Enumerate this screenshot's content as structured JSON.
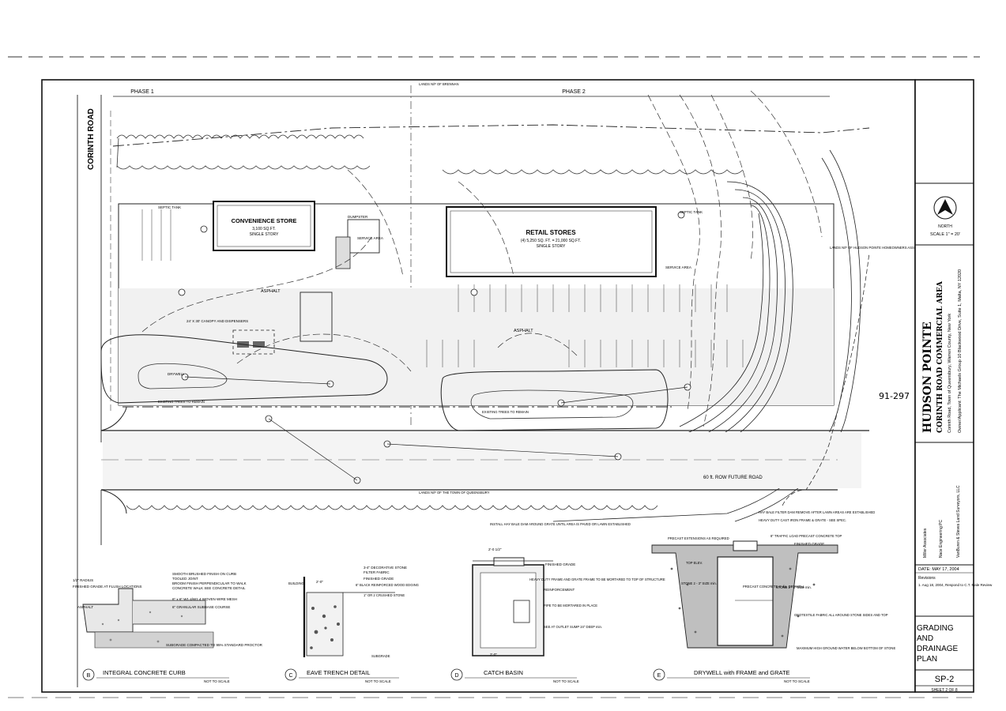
{
  "site_plan": {
    "road_left": "CORINTH ROAD",
    "phase_1": "PHASE 1",
    "phase_2": "PHASE 2",
    "convenience_store": {
      "name": "CONVENIENCE STORE",
      "area": "3,100 SQ.FT.",
      "stories": "SINGLE STORY"
    },
    "retail_stores": {
      "name": "RETAIL STORES",
      "area": "(4) 5,250 SQ. FT. = 21,000 SQ.FT.",
      "stories": "SINGLE STORY"
    },
    "labels": {
      "asphalt": "ASPHALT",
      "future_road": "60 ft. ROW   FUTURE ROAD",
      "service_area": "SERVICE AREA",
      "dumpster": "DUMPSTER",
      "septic_tank": "SEPTIC TANK",
      "drywell": "DRYWELL",
      "existing_trees": "EXISTING TREES TO REMAIN",
      "canopy": "24' X 30' CANOPY AND DISPENSERS",
      "lands_town": "LANDS N/F OF THE TOWN OF QUEENSBURY",
      "lands_hudson": "LANDS N/F OF HUDSON POINTE HOMEOWNERS ASSOC.",
      "lands_brennan": "LANDS N/F OF BRENNAN",
      "note_hand": "91-297"
    }
  },
  "title_block": {
    "north_label": "NORTH",
    "scale": "SCALE 1\" = 20'",
    "project_name": "HUDSON POINTE",
    "project_sub": "CORINTH ROAD COMMERCIAL AREA",
    "location": "Corinth Road,  Town of Queensbury,  Warren County,  New York",
    "owner": "Owner/Applicant:  The Michaels Group     10 Blackwood Drive, Suite 1,  Malta, NY 12020",
    "consultant_1": "Miller Associates",
    "consultant_2": "Nace Engineering PC",
    "consultant_3": "VanBuren & Steves Land Surveyors, LLC",
    "date": "DATE: MAY 17, 2004",
    "revisions_head": "Revisions",
    "revision_1": "1. Aug 18, 2004, Respond to C.T. Male Review",
    "sheet_title": [
      "GRADING",
      "AND",
      "DRAINAGE",
      "PLAN"
    ],
    "sheet_number": "SP-2",
    "sheet_of": "SHEET 2 OF 8"
  },
  "details": [
    {
      "id": "B",
      "title": "INTEGRAL CONCRETE CURB",
      "scale": "NOT TO SCALE",
      "notes": [
        "SMOOTH BRUSHED FINISH ON CURB",
        "TOOLED JOINT",
        "BROOM FINISH PERPENDICULAR TO WALK",
        "CONCRETE WALK SEE CONCRETE DETAIL",
        "6\" x 6\" W1.4/W1.4 WOVEN WIRE MESH",
        "6\" GRANULAR SUBBASE COURSE",
        "SUBGRADE COMPACTED TO 95% STANDARD PROCTOR"
      ],
      "side_notes": [
        "1/2\" RADIUS",
        "FINISHED GRADE AT FLUSH LOCATIONS",
        "ASPHALT"
      ]
    },
    {
      "id": "C",
      "title": "EAVE TRENCH DETAIL",
      "scale": "NOT TO SCALE",
      "notes": [
        "3-4\" DECORATIVE STONE",
        "FILTER FABRIC",
        "FINISHED GRADE",
        "6\" BLACK REINFORCED WOOD EDGING",
        "1\" OR 2 CRUSHED STONE"
      ],
      "side_notes": [
        "BUILDING",
        "2'-0\"",
        "SUBGRADE"
      ]
    },
    {
      "id": "D",
      "title": "CATCH BASIN",
      "scale": "NOT TO SCALE",
      "notes": [
        "INSTALL HAY BALE DAM AROUND GRATE UNTIL AREA IS PAVED OR LAWN ESTABLISHED",
        "FINISHED GRADE",
        "HEAVY DUTY FRAME AND GRATE FRAME TO BE MORTARED TO TOP OF STRUCTURE",
        "REINFORCEMENT",
        "PIPE TO BE MORTARED IN PLACE",
        "SEE AT OUTLET SUMP 24\" DEEP min."
      ],
      "side_notes": [
        "2'-0 1/2\"",
        "2'-0\""
      ]
    },
    {
      "id": "E",
      "title": "DRYWELL with FRAME and GRATE",
      "scale": "NOT TO SCALE",
      "notes": [
        "HAY BALE FILTER DAM REMOVE AFTER LAWN AREAS ARE ESTABLISHED",
        "HEAVY DUTY CAST IRON FRAME & GRATE - SEE SPEC.",
        "8\" TRAFFIC LOAD PRECAST CONCRETE TOP",
        "FINISHED GRADE",
        "PRECAST CONCRETE 8' dia. DRYWELL",
        "STONE 2 - 3\" SIZE min.",
        "GEOTEXTILE FABRIC ALL AROUND STONE SIDES AND TOP",
        "MAXIMUM HIGH GROUND WATER BELOW BOTTOM OF STONE"
      ],
      "side_notes": [
        "PRECAST EXTENSIONS AS REQUIRED",
        "TOP ELEV.",
        "STONE 2 - 3\" SIZE min."
      ]
    }
  ]
}
